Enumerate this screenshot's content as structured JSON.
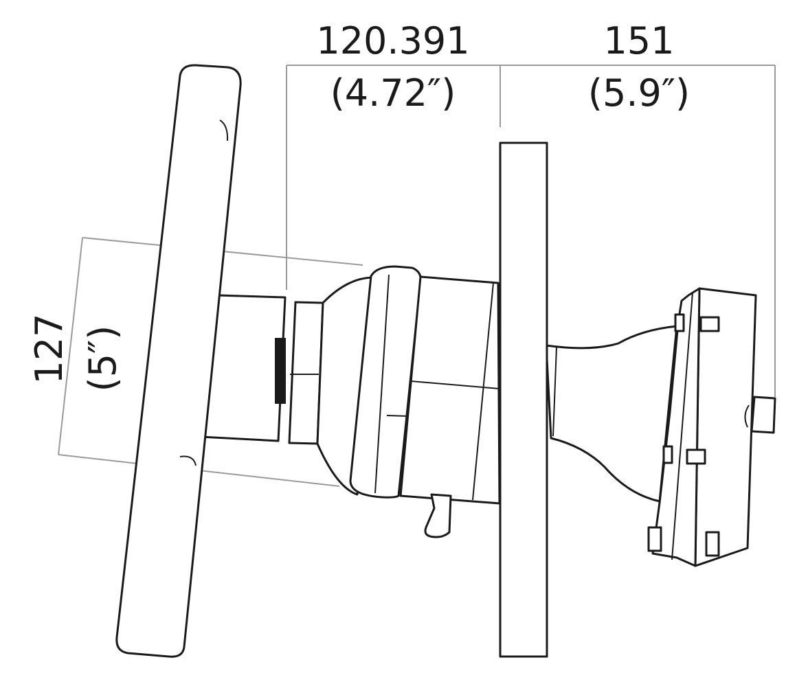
{
  "dimensions": {
    "depth_front": {
      "mm": "120.391",
      "inch": "(4.72″)"
    },
    "depth_rear": {
      "mm": "151",
      "inch": "(5.9″)"
    },
    "height": {
      "mm": "127",
      "inch": "(5″)"
    }
  }
}
